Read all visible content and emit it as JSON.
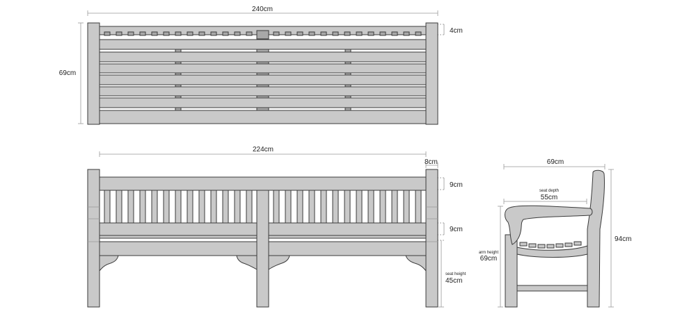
{
  "top_view": {
    "width_label": "240cm",
    "depth_label": "69cm",
    "armrest_label": "4cm"
  },
  "front_view": {
    "seat_length_label": "224cm",
    "leg_label": "8cm",
    "top_rail_label": "9cm",
    "bottom_rail_label": "9cm",
    "seat_height_caption": "seat height",
    "seat_height_label": "45cm"
  },
  "side_view": {
    "depth_label": "69cm",
    "seat_depth_caption": "seat depth",
    "seat_depth_label": "55cm",
    "arm_height_caption": "arm height",
    "arm_height_label": "69cm",
    "total_height_label": "94cm"
  }
}
